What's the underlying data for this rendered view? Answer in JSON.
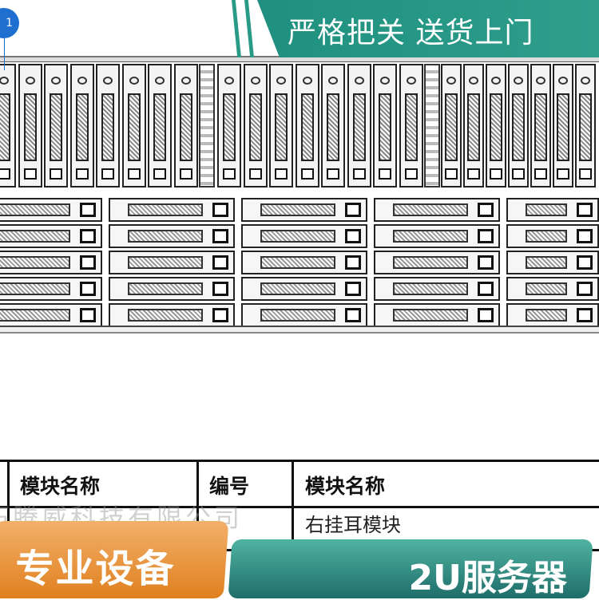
{
  "callout": {
    "number": "1"
  },
  "top_banner": {
    "text": "严格把关 送货上门"
  },
  "table": {
    "headers": [
      "模块名称",
      "编号",
      "模块名称"
    ],
    "row1": {
      "col3": "右挂耳模块"
    }
  },
  "watermark": "石腾威科技有限公司",
  "badges": {
    "left": "专业设备",
    "right": "2U服务器"
  },
  "colors": {
    "teal": "#2f9f8c",
    "orange": "#e8923a",
    "callout_blue": "#1e6fd0"
  }
}
